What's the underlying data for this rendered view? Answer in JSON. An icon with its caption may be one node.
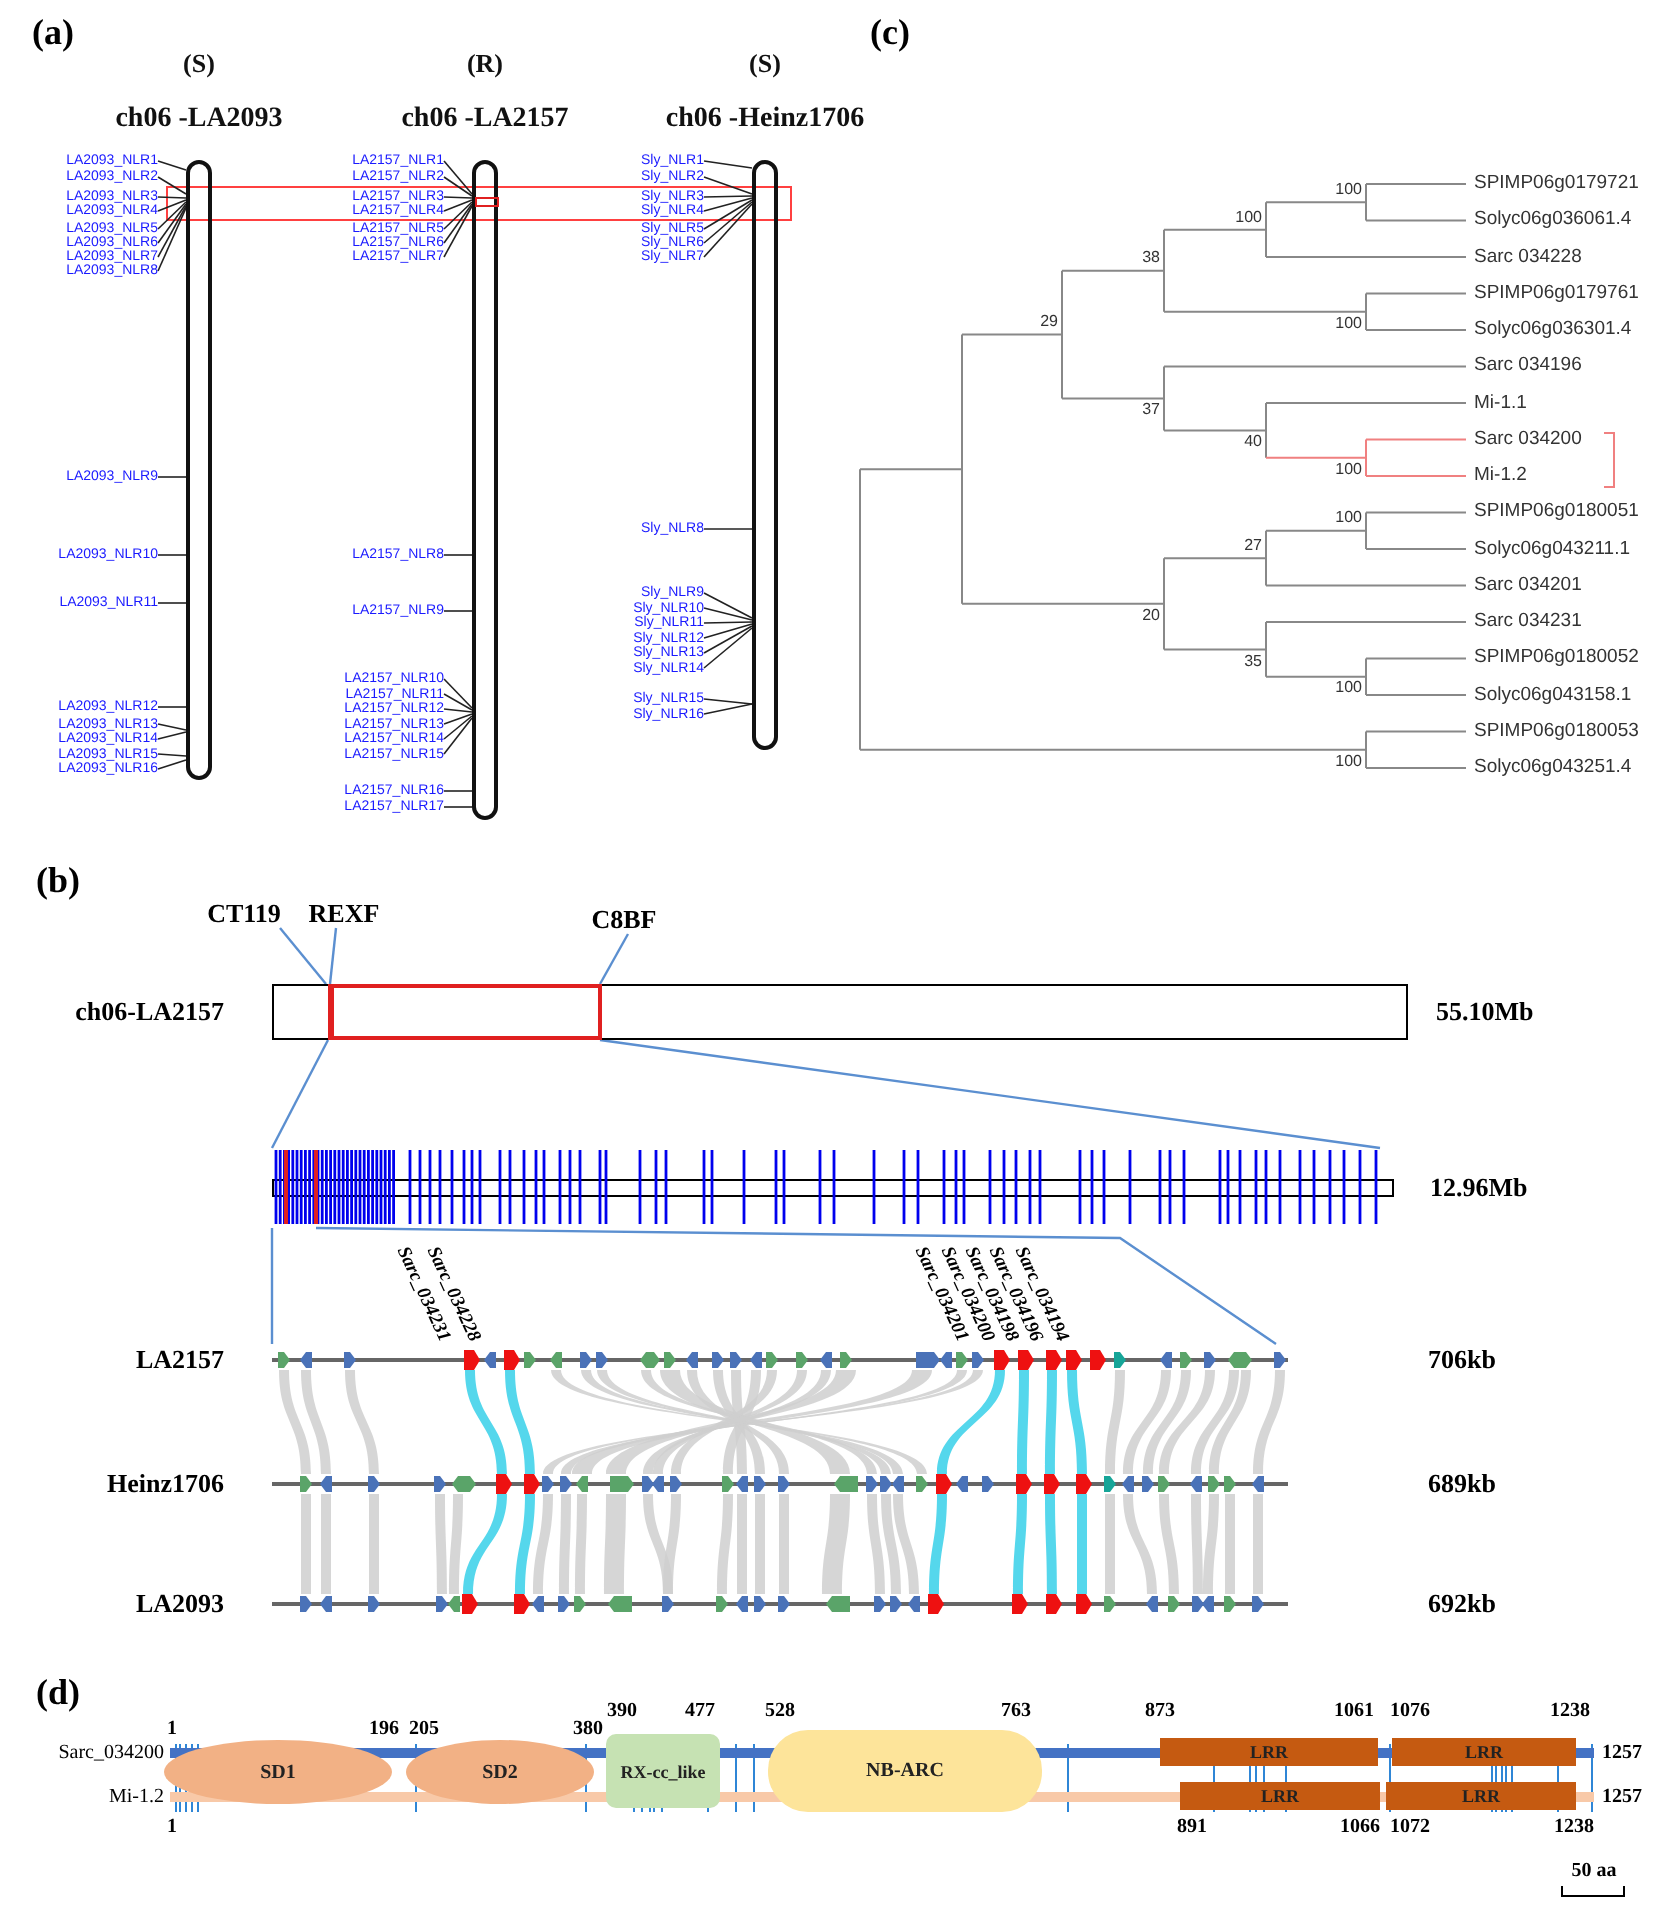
{
  "diagram": {
    "nodes": [
      {
        "text": [
          "(S)",
          "ch06 -LA2093"
        ]
      },
      {
        "text": [
          "(R)",
          "ch06 -LA2157"
        ]
      },
      {
        "text": [
          "(S)",
          "ch06 -Heinz1706"
        ]
      },
      {
        "text": [
          "LA2093_NLR1"
        ]
      },
      {
        "text": [
          "LA2093_NLR2"
        ]
      },
      {
        "text": [
          "LA2093_NLR3"
        ]
      },
      {
        "text": [
          "LA2093_NLR4"
        ]
      },
      {
        "text": [
          "LA2093_NLR5"
        ]
      },
      {
        "text": [
          "LA2093_NLR6"
        ]
      },
      {
        "text": [
          "LA2093_NLR7"
        ]
      },
      {
        "text": [
          "LA2093_NLR8"
        ]
      },
      {
        "text": [
          "LA2093_NLR9"
        ]
      },
      {
        "text": [
          "LA2093_NLR10"
        ]
      },
      {
        "text": [
          "LA2093_NLR11"
        ]
      },
      {
        "text": [
          "LA2093_NLR12"
        ]
      },
      {
        "text": [
          "LA2093_NLR13"
        ]
      },
      {
        "text": [
          "LA2093_NLR14"
        ]
      },
      {
        "text": [
          "LA2093_NLR15"
        ]
      },
      {
        "text": [
          "LA2093_NLR16"
        ]
      },
      {
        "text": [
          "LA2157_NLR1"
        ]
      },
      {
        "text": [
          "LA2157_NLR2"
        ]
      },
      {
        "text": [
          "LA2157_NLR3"
        ]
      },
      {
        "text": [
          "LA2157_NLR4"
        ]
      },
      {
        "text": [
          "LA2157_NLR5"
        ]
      },
      {
        "text": [
          "LA2157_NLR6"
        ]
      },
      {
        "text": [
          "LA2157_NLR7"
        ]
      },
      {
        "text": [
          "LA2157_NLR8"
        ]
      },
      {
        "text": [
          "LA2157_NLR9"
        ]
      },
      {
        "text": [
          "LA2157_NLR10"
        ]
      },
      {
        "text": [
          "LA2157_NLR11"
        ]
      },
      {
        "text": [
          "LA2157_NLR12"
        ]
      },
      {
        "text": [
          "LA2157_NLR13"
        ]
      },
      {
        "text": [
          "LA2157_NLR14"
        ]
      },
      {
        "text": [
          "LA2157_NLR15"
        ]
      },
      {
        "text": [
          "LA2157_NLR16"
        ]
      },
      {
        "text": [
          "LA2157_NLR17"
        ]
      },
      {
        "text": [
          "Sly_NLR1"
        ]
      },
      {
        "text": [
          "Sly_NLR2"
        ]
      },
      {
        "text": [
          "Sly_NLR3"
        ]
      },
      {
        "text": [
          "Sly_NLR4"
        ]
      },
      {
        "text": [
          "Sly_NLR5"
        ]
      },
      {
        "text": [
          "Sly_NLR6"
        ]
      },
      {
        "text": [
          "Sly_NLR7"
        ]
      },
      {
        "text": [
          "Sly_NLR8"
        ]
      },
      {
        "text": [
          "Sly_NLR9"
        ]
      },
      {
        "text": [
          "Sly_NLR10"
        ]
      },
      {
        "text": [
          "Sly_NLR11"
        ]
      },
      {
        "text": [
          "Sly_NLR12"
        ]
      },
      {
        "text": [
          "Sly_NLR13"
        ]
      },
      {
        "text": [
          "Sly_NLR14"
        ]
      },
      {
        "text": [
          "Sly_NLR15"
        ]
      },
      {
        "text": [
          "Sly_NLR16"
        ]
      },
      {
        "text": [
          "CT119"
        ]
      },
      {
        "text": [
          "REXF"
        ]
      },
      {
        "text": [
          "C8BF"
        ]
      },
      {
        "text": [
          "ch06-LA2157"
        ],
        "beside": [
          "55.10Mb"
        ]
      },
      {
        "text": [],
        "shape": "bar",
        "beside": [
          "12.96Mb"
        ]
      },
      {
        "text": [
          "LA2157"
        ]
      },
      {
        "text": [
          "Heinz1706"
        ]
      },
      {
        "text": [
          "LA2093"
        ]
      },
      {
        "text": [
          "Sarc_034200"
        ],
        "beside": [
          "1257"
        ]
      },
      {
        "text": [
          "Mi-1.2"
        ],
        "beside": [
          "1257"
        ]
      },
      {
        "text": [
          "SD1"
        ]
      },
      {
        "text": [
          "SD2"
        ]
      },
      {
        "text": [
          "RX-cc_like"
        ]
      },
      {
        "text": [
          "NB-ARC"
        ]
      },
      {
        "text": [
          "LRR"
        ]
      },
      {
        "text": [
          "LRR"
        ]
      },
      {
        "text": [
          "LRR"
        ]
      },
      {
        "text": [
          "LRR"
        ]
      }
    ],
    "edges": [
      {
        "from": 3,
        "to": 0,
        "arrow": "none"
      },
      {
        "from": 4,
        "to": 0,
        "arrow": "none"
      },
      {
        "from": 5,
        "to": 0,
        "arrow": "none"
      },
      {
        "from": 6,
        "to": 0,
        "arrow": "none"
      },
      {
        "from": 7,
        "to": 0,
        "arrow": "none"
      },
      {
        "from": 8,
        "to": 0,
        "arrow": "none"
      },
      {
        "from": 9,
        "to": 0,
        "arrow": "none"
      },
      {
        "from": 10,
        "to": 0,
        "arrow": "none"
      },
      {
        "from": 11,
        "to": 0,
        "arrow": "none"
      },
      {
        "from": 12,
        "to": 0,
        "arrow": "none"
      },
      {
        "from": 13,
        "to": 0,
        "arrow": "none"
      },
      {
        "from": 14,
        "to": 0,
        "arrow": "none"
      },
      {
        "from": 15,
        "to": 0,
        "arrow": "none"
      },
      {
        "from": 16,
        "to": 0,
        "arrow": "none"
      },
      {
        "from": 17,
        "to": 0,
        "arrow": "none"
      },
      {
        "from": 18,
        "to": 0,
        "arrow": "none"
      },
      {
        "from": 19,
        "to": 1,
        "arrow": "none"
      },
      {
        "from": 20,
        "to": 1,
        "arrow": "none"
      },
      {
        "from": 21,
        "to": 1,
        "arrow": "none"
      },
      {
        "from": 22,
        "to": 1,
        "arrow": "none"
      },
      {
        "from": 23,
        "to": 1,
        "arrow": "none"
      },
      {
        "from": 24,
        "to": 1,
        "arrow": "none"
      },
      {
        "from": 25,
        "to": 1,
        "arrow": "none"
      },
      {
        "from": 26,
        "to": 1,
        "arrow": "none"
      },
      {
        "from": 27,
        "to": 1,
        "arrow": "none"
      },
      {
        "from": 28,
        "to": 1,
        "arrow": "none"
      },
      {
        "from": 29,
        "to": 1,
        "arrow": "none"
      },
      {
        "from": 30,
        "to": 1,
        "arrow": "none"
      },
      {
        "from": 31,
        "to": 1,
        "arrow": "none"
      },
      {
        "from": 32,
        "to": 1,
        "arrow": "none"
      },
      {
        "from": 33,
        "to": 1,
        "arrow": "none"
      },
      {
        "from": 34,
        "to": 1,
        "arrow": "none"
      },
      {
        "from": 35,
        "to": 1,
        "arrow": "none"
      },
      {
        "from": 36,
        "to": 2,
        "arrow": "none"
      },
      {
        "from": 37,
        "to": 2,
        "arrow": "none"
      },
      {
        "from": 38,
        "to": 2,
        "arrow": "none"
      },
      {
        "from": 39,
        "to": 2,
        "arrow": "none"
      },
      {
        "from": 40,
        "to": 2,
        "arrow": "none"
      },
      {
        "from": 41,
        "to": 2,
        "arrow": "none"
      },
      {
        "from": 42,
        "to": 2,
        "arrow": "none"
      },
      {
        "from": 43,
        "to": 2,
        "arrow": "none"
      },
      {
        "from": 44,
        "to": 2,
        "arrow": "none"
      },
      {
        "from": 45,
        "to": 2,
        "arrow": "none"
      },
      {
        "from": 46,
        "to": 2,
        "arrow": "none"
      },
      {
        "from": 47,
        "to": 2,
        "arrow": "none"
      },
      {
        "from": 48,
        "to": 2,
        "arrow": "none"
      },
      {
        "from": 49,
        "to": 2,
        "arrow": "none"
      },
      {
        "from": 50,
        "to": 2,
        "arrow": "none"
      },
      {
        "from": 51,
        "to": 2,
        "arrow": "none"
      },
      {
        "from": 52,
        "to": 55,
        "arrow": "none",
        "color": "#5b8fd0"
      },
      {
        "from": 53,
        "to": 55,
        "arrow": "none",
        "color": "#5b8fd0"
      },
      {
        "from": 54,
        "to": 55,
        "arrow": "none",
        "color": "#5b8fd0"
      },
      {
        "from": 55,
        "to": 56,
        "arrow": "none",
        "color": "#5b8fd0"
      },
      {
        "from": 55,
        "to": 56,
        "arrow": "none",
        "color": "#5b8fd0"
      },
      {
        "from": 56,
        "to": 57,
        "arrow": "none",
        "color": "#5b8fd0"
      },
      {
        "from": 56,
        "to": 57,
        "arrow": "none",
        "color": "#5b8fd0"
      }
    ],
    "labels": [
      "(a)",
      "(c)",
      "SPIMP06g0179721",
      "Solyc06g036061.4",
      "Sarc 034228",
      "SPIMP06g0179761",
      "Solyc06g036301.4",
      "Sarc 034196",
      "Mi-1.1",
      "Sarc 034200",
      "Mi-1.2",
      "SPIMP06g0180051",
      "Solyc06g043211.1",
      "Sarc 034201",
      "Sarc 034231",
      "SPIMP06g0180052",
      "Solyc06g043158.1",
      "SPIMP06g0180053",
      "Solyc06g043251.4",
      "100",
      "100",
      "100",
      "38",
      "100",
      "40",
      "37",
      "29",
      "100",
      "27",
      "100",
      "35",
      "20",
      "100",
      "(b)",
      "Sarc_034231",
      "Sarc_034228",
      "Sarc_034201",
      "Sarc_034200",
      "Sarc_034198",
      "Sarc_034196",
      "Sarc_034194",
      "706kb",
      "689kb",
      "692kb",
      "(d)",
      "1",
      "196",
      "205",
      "380",
      "390",
      "477",
      "528",
      "763",
      "873",
      "1061",
      "1076",
      "1238",
      "1",
      "891",
      "1066",
      "1072",
      "1238",
      "50 aa"
    ]
  }
}
